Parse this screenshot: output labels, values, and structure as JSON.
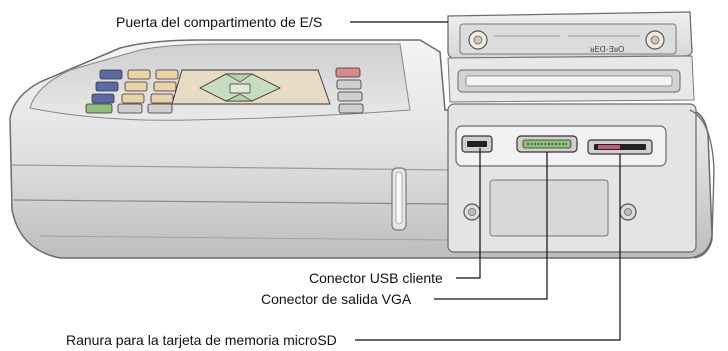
{
  "figure": {
    "callouts": {
      "io_door": "Puerta del compartimento de E/S",
      "usb": "Conector USB cliente",
      "vga": "Conector de salida VGA",
      "microsd": "Ranura para la tarjeta de memoria microSD"
    },
    "door_label": "ᴚEᗡ-ƎᴚO"
  }
}
